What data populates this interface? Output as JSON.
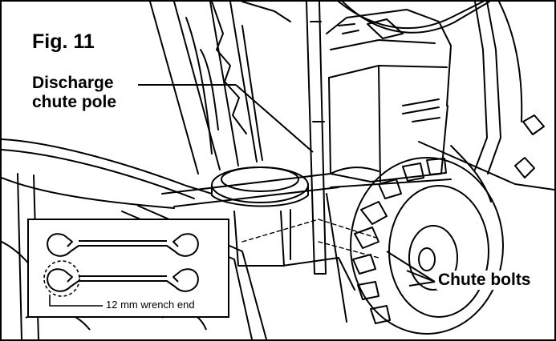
{
  "figure": {
    "title": "Fig. 11",
    "labels": {
      "discharge_pole_line1": "Discharge",
      "discharge_pole_line2": "chute pole",
      "chute_bolts": "Chute bolts"
    },
    "inset": {
      "wrench_note": "12 mm wrench end"
    }
  },
  "colors": {
    "line": "#000000",
    "background": "#ffffff",
    "shade": "#222222"
  },
  "icons": [
    "wrench-icon",
    "wrench-icon",
    "dashed-circle-highlight"
  ]
}
